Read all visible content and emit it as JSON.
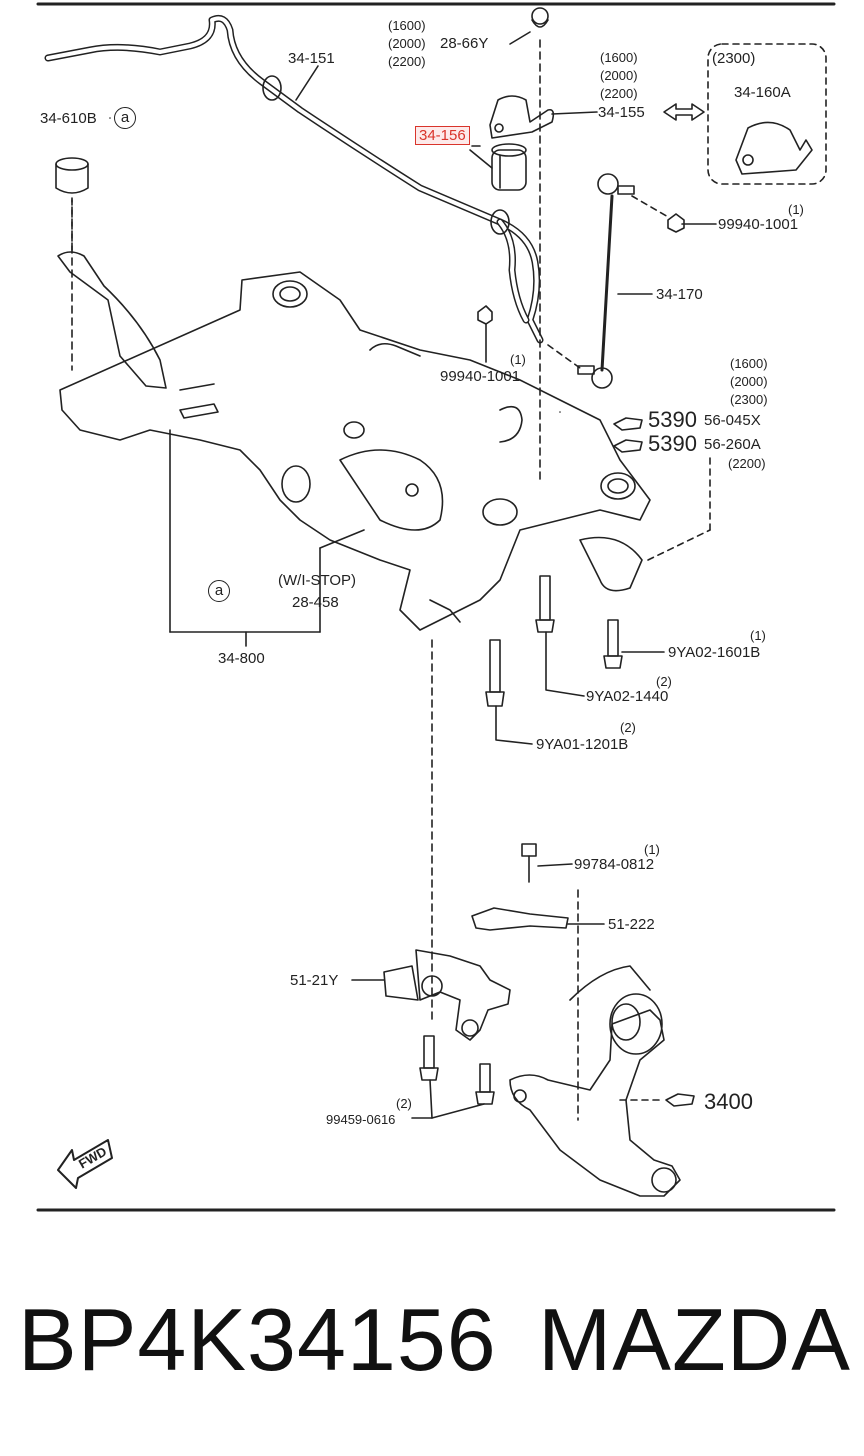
{
  "labels": {
    "l_34_151": "34-151",
    "l_28_66y_a": "(1600)",
    "l_28_66y_b": "(2000)",
    "l_28_66y_c": "(2200)",
    "l_28_66y": "28-66Y",
    "l_34_155_a": "(1600)",
    "l_34_155_b": "(2000)",
    "l_34_155_c": "(2200)",
    "l_34_155": "34-155",
    "l_2300": "(2300)",
    "l_34_160a": "34-160A",
    "l_34_610b": "34-610B",
    "l_circle_a": "a",
    "l_34_156": "34-156",
    "l_99940_1001_q": "(1)",
    "l_99940_1001": "99940-1001",
    "l_34_170": "34-170",
    "l_99940_1001b_q": "(1)",
    "l_99940_1001b": "99940-1001",
    "l_5390_a": "(1600)",
    "l_5390_b": "(2000)",
    "l_5390_c": "(2300)",
    "l_5390_1": "5390",
    "l_56_045x": "56-045X",
    "l_5390_2": "5390",
    "l_56_260a": "56-260A",
    "l_5390_d": "(2200)",
    "l_wistop": "(W/I-STOP)",
    "l_28_458": "28-458",
    "l_circle_a2": "a",
    "l_34_800": "34-800",
    "l_9ya02_1601b_q": "(1)",
    "l_9ya02_1601b": "9YA02-1601B",
    "l_9ya02_1440_q": "(2)",
    "l_9ya02_1440": "9YA02-1440",
    "l_9ya01_1201b_q": "(2)",
    "l_9ya01_1201b": "9YA01-1201B",
    "l_99784_0812_q": "(1)",
    "l_99784_0812": "99784-0812",
    "l_51_222": "51-222",
    "l_51_21y": "51-21Y",
    "l_3400": "3400",
    "l_99459_0616_q": "(2)",
    "l_99459_0616": "99459-0616",
    "l_fwd": "FWD"
  },
  "footer": {
    "part_number": "BP4K34156",
    "brand": "MAZDA"
  },
  "colors": {
    "line": "#222222",
    "highlight": "#d9342b",
    "highlight_bg": "#fdeaea"
  }
}
